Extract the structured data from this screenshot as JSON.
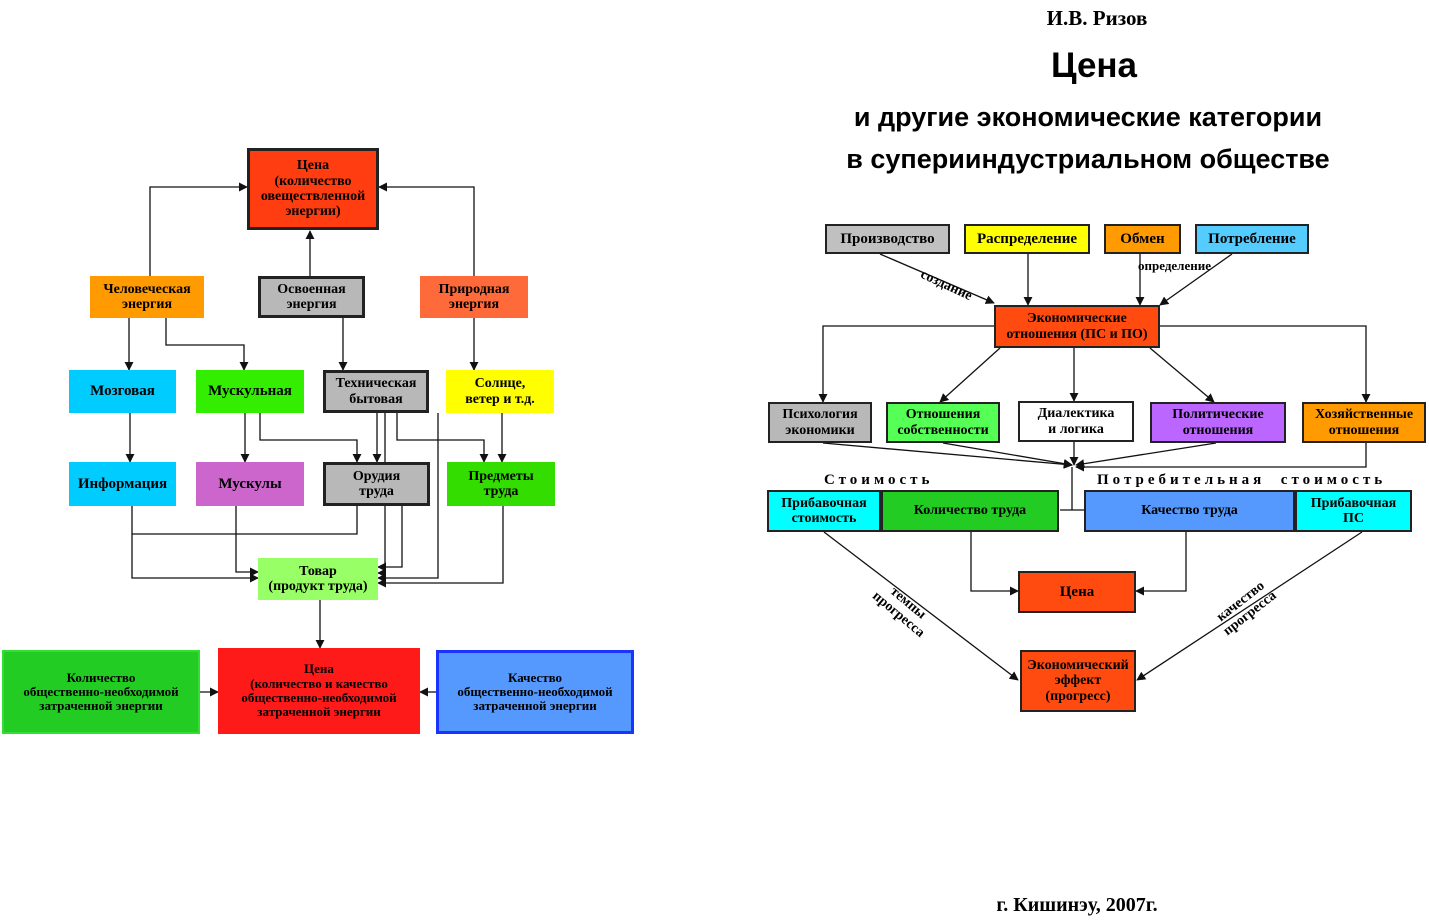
{
  "cover": {
    "author": "И.В. Ризов",
    "title": "Цена",
    "subtitle_line1": "и другие экономические категории",
    "subtitle_line2": "в суперииндустриальном обществе",
    "place_year": "г. Кишинэу, 2007г."
  },
  "left_diagram": {
    "price_top": "Цена\n(количество\nовеществленной\nэнергии)",
    "human_energy": "Человеческая\nэнергия",
    "mastered_energy": "Освоенная\nэнергия",
    "natural_energy": "Природная\nэнергия",
    "brain": "Мозговая",
    "muscular": "Мускульная",
    "technical": "Техническая\nбытовая",
    "sun": "Солнце,\nветер и т.д.",
    "information": "Информация",
    "muscles": "Мускулы",
    "tools": "Орудия\nтруда",
    "objects": "Предметы\nтруда",
    "goods": "Товар\n(продукт труда)",
    "quantity_energy": "Количество\nобщественно-необходимой\nзатраченной энергии",
    "price_bottom": "Цена\n(количество и качество\nобщественно-необходимой\nзатраченной энергии",
    "quality_energy": "Качество\nобщественно-необходимой\nзатраченной энергии"
  },
  "right_diagram": {
    "production": "Производство",
    "distribution": "Распределение",
    "exchange": "Обмен",
    "consumption": "Потребление",
    "creation_label": "создание",
    "definition_label": "определение",
    "economic_relations": "Экономические\nотношения (ПС и ПО)",
    "psychology": "Психология\nэкономики",
    "property": "Отношения\nсобственности",
    "dialectics": "Диалектика\nи логика",
    "political": "Политические\nотношения",
    "economic_household": "Хозяйственные\nотношения",
    "value_label": "Стоимость",
    "use_value_label": "Потребительная  стоимость",
    "surplus_value": "Прибавочная\nстоимость",
    "labor_quantity": "Количество труда",
    "labor_quality": "Качество труда",
    "surplus_ps": "Прибавочная\nПС",
    "price": "Цена",
    "rate_label": "темпы\nпрогресса",
    "quality_label": "качество\nпрогресса",
    "economic_effect": "Экономический\nэффект\n(прогресс)"
  },
  "colors": {
    "price_red": "#ff3d10",
    "bright_red": "#ff1a1a",
    "orange": "#ff9a00",
    "orange_light": "#ff6a3a",
    "gray": "#b8b8b8",
    "cyan": "#00ccff",
    "green": "#33ee00",
    "green_dark": "#22cc22",
    "light_green": "#99ff66",
    "magenta": "#cc66cc",
    "yellow": "#ffff00",
    "blue": "#5599ff",
    "sky": "#55ccff",
    "violet": "#bb66ff",
    "aqua": "#00ffff",
    "grass": "#55ff55"
  }
}
